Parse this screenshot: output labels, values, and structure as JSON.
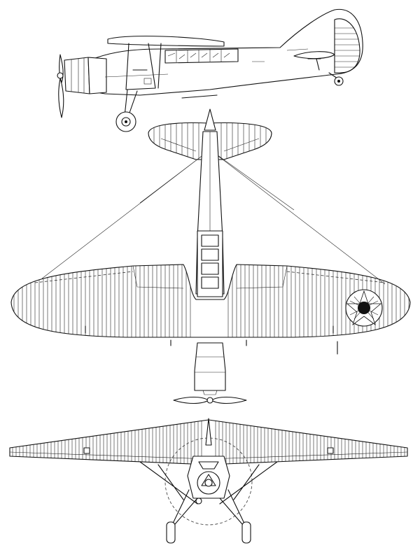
{
  "drawing": {
    "views": [
      "side-view",
      "top-view",
      "front-view"
    ],
    "colors": {
      "line": "#111111",
      "background": "#ffffff",
      "roundel": "#111111"
    }
  }
}
